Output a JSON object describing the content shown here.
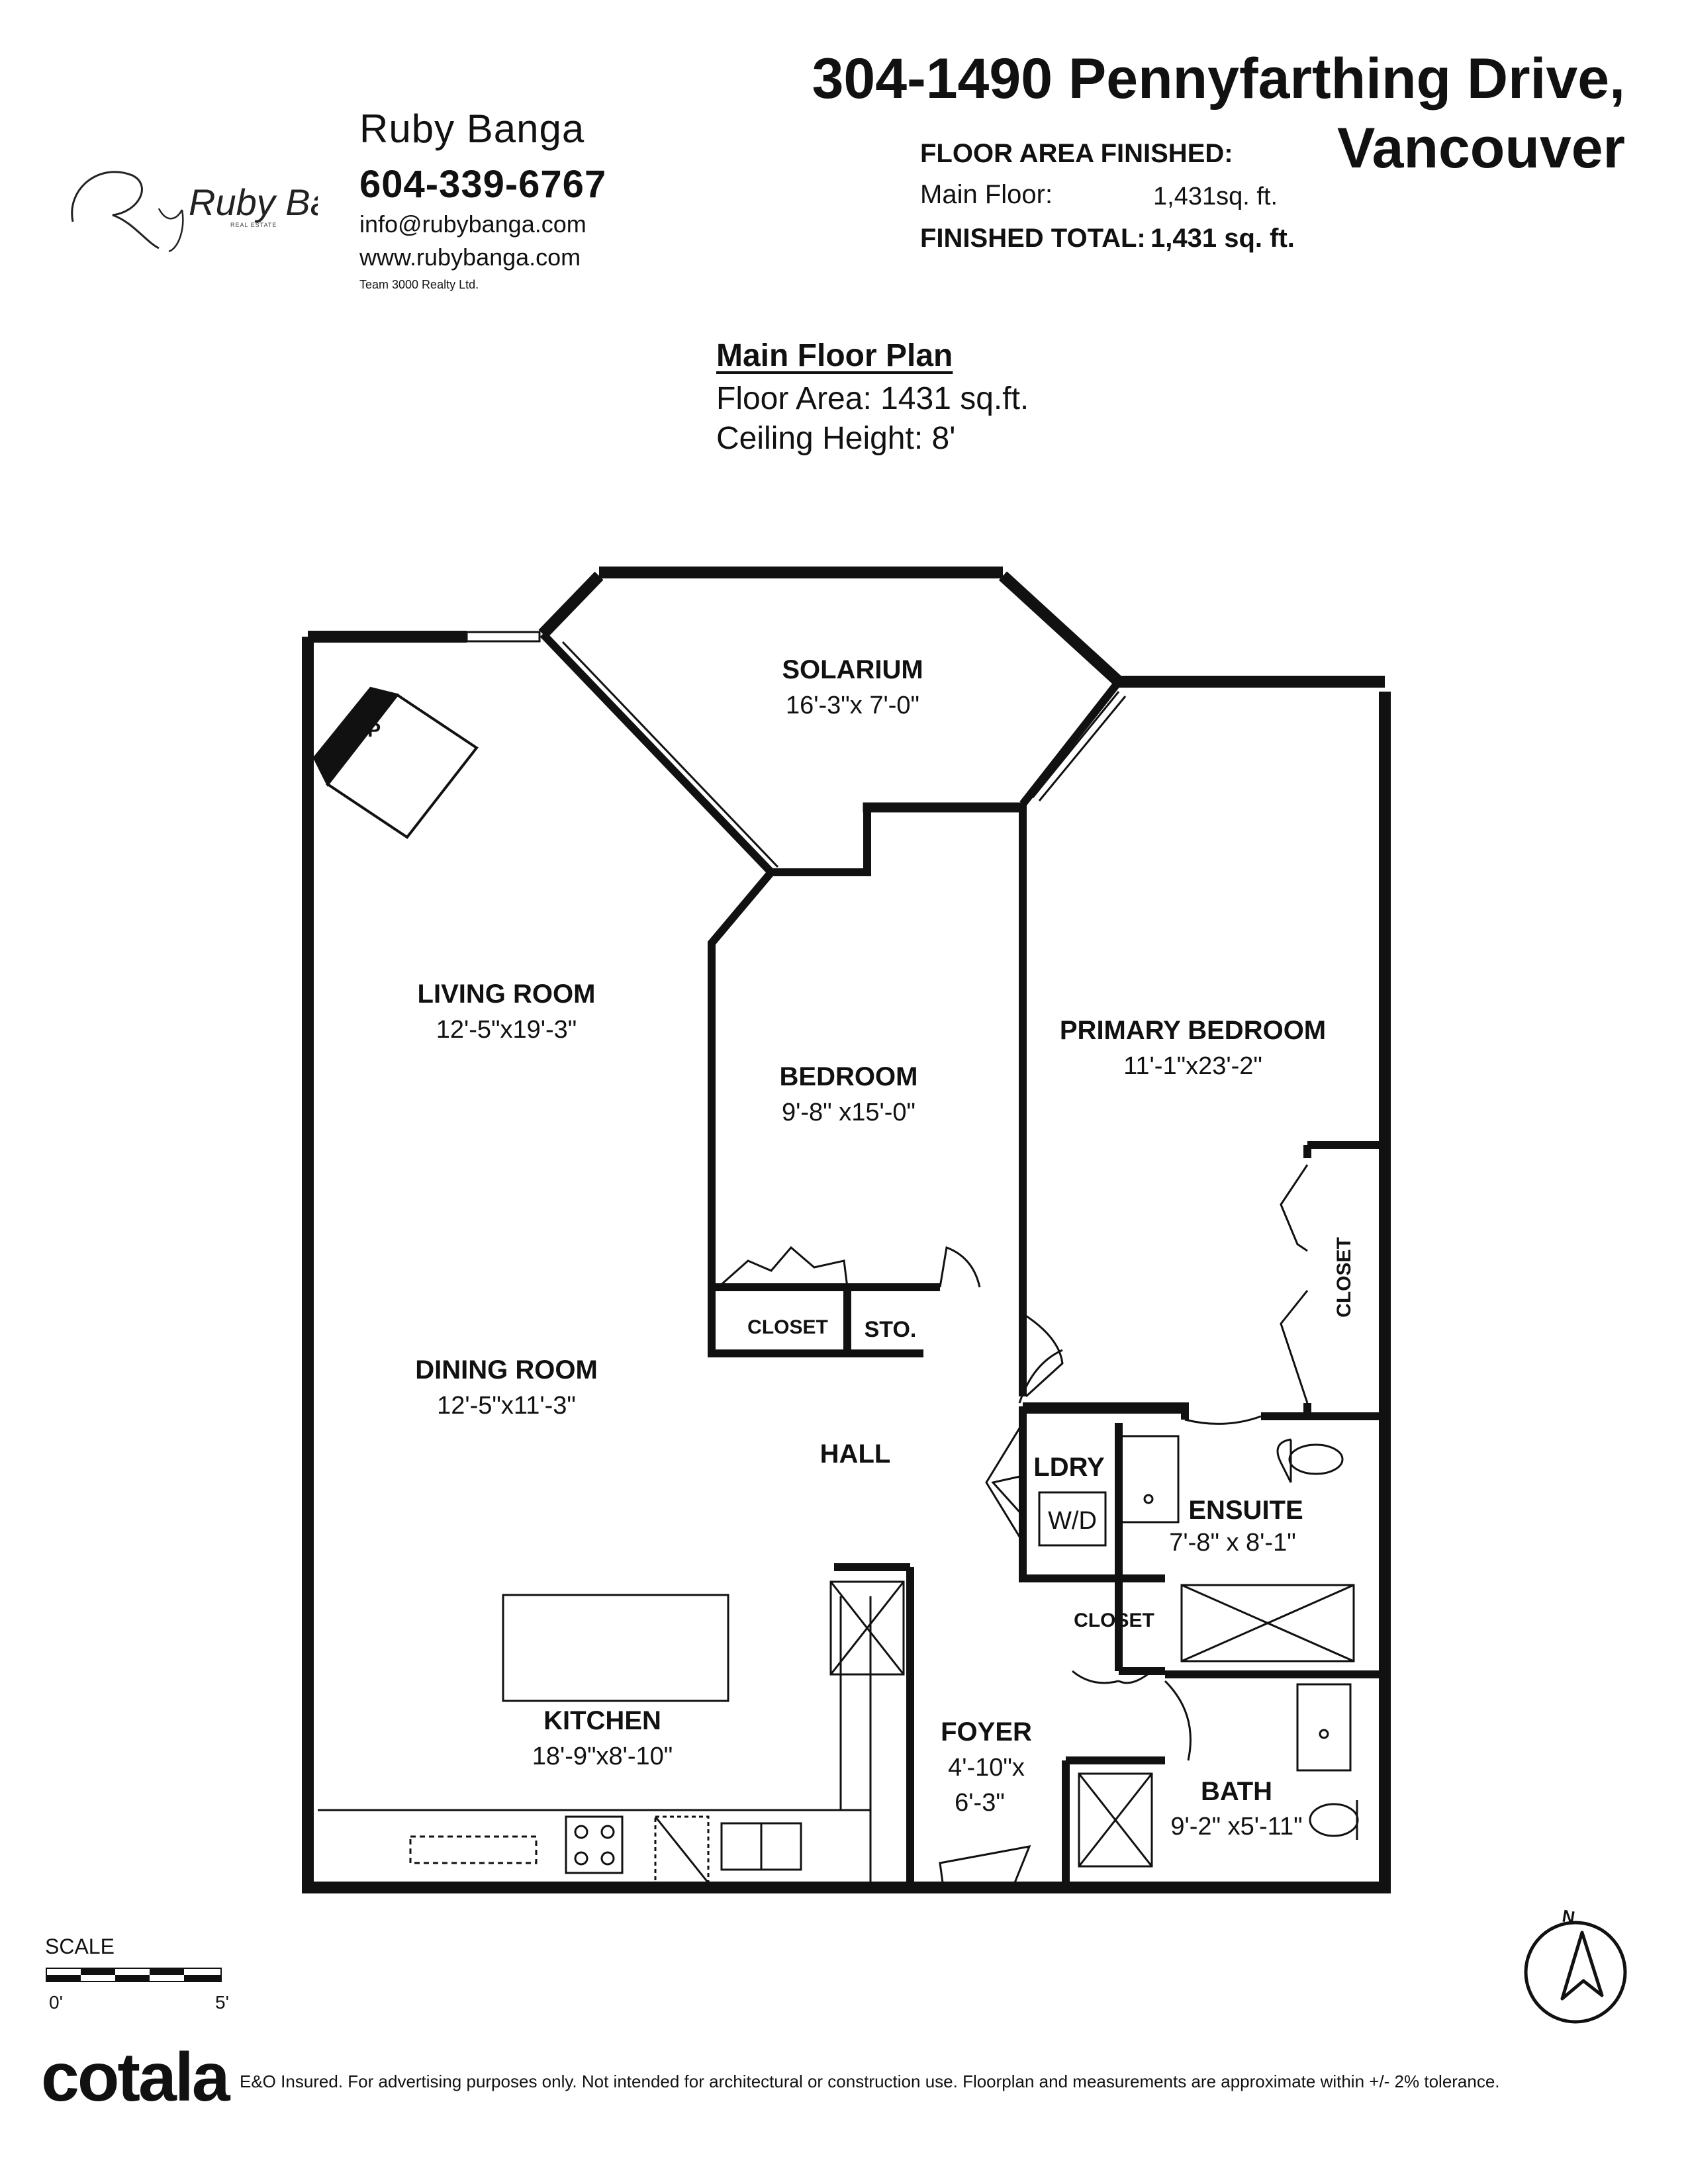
{
  "agent": {
    "logo_text": "Ruby Banga",
    "logo_subtext": "REAL ESTATE",
    "name": "Ruby Banga",
    "phone": "604-339-6767",
    "email": "info@rubybanga.com",
    "website": "www.rubybanga.com",
    "brokerage": "Team 3000 Realty Ltd."
  },
  "address": {
    "line1": "304-1490 Pennyfarthing Drive,",
    "line2": "Vancouver"
  },
  "floor_area": {
    "heading": "FLOOR AREA FINISHED:",
    "main_label": "Main Floor:",
    "main_value": "1,431sq. ft.",
    "total_label": "FINISHED TOTAL:",
    "total_value": "1,431 sq. ft."
  },
  "plan": {
    "title": "Main Floor Plan",
    "area": "Floor Area: 1431 sq.ft.",
    "ceiling": "Ceiling Height: 8'"
  },
  "rooms": {
    "solarium": {
      "name": "SOLARIUM",
      "dims": "16'-3\"x 7'-0\""
    },
    "fireplace": {
      "name": "FP"
    },
    "living": {
      "name": "LIVING ROOM",
      "dims": "12'-5\"x19'-3\""
    },
    "bedroom": {
      "name": "BEDROOM",
      "dims": "9'-8\" x15'-0\""
    },
    "primary": {
      "name": "PRIMARY BEDROOM",
      "dims": "11'-1\"x23'-2\""
    },
    "dining": {
      "name": "DINING ROOM",
      "dims": "12'-5\"x11'-3\""
    },
    "hall": {
      "name": "HALL"
    },
    "bed_closet": {
      "name": "CLOSET"
    },
    "storage": {
      "name": "STO."
    },
    "primary_closet": {
      "name": "CLOSET"
    },
    "laundry": {
      "name": "LDRY",
      "appliance": "W/D"
    },
    "ensuite": {
      "name": "ENSUITE",
      "dims": "7'-8\" x 8'-1\""
    },
    "hall_closet": {
      "name": "CLOSET"
    },
    "kitchen": {
      "name": "KITCHEN",
      "dims": "18'-9\"x8'-10\""
    },
    "foyer": {
      "name": "FOYER",
      "dims_line1": "4'-10\"x",
      "dims_line2": "6'-3\""
    },
    "bath": {
      "name": "BATH",
      "dims": "9'-2\" x5'-11\""
    }
  },
  "scale": {
    "label": "SCALE",
    "start": "0'",
    "end": "5'"
  },
  "compass": {
    "label": "N"
  },
  "footer": {
    "brand": "cotala",
    "disclaimer": "E&O Insured. For advertising purposes only. Not intended for architectural or construction use. Floorplan and measurements are approximate within +/- 2% tolerance."
  }
}
